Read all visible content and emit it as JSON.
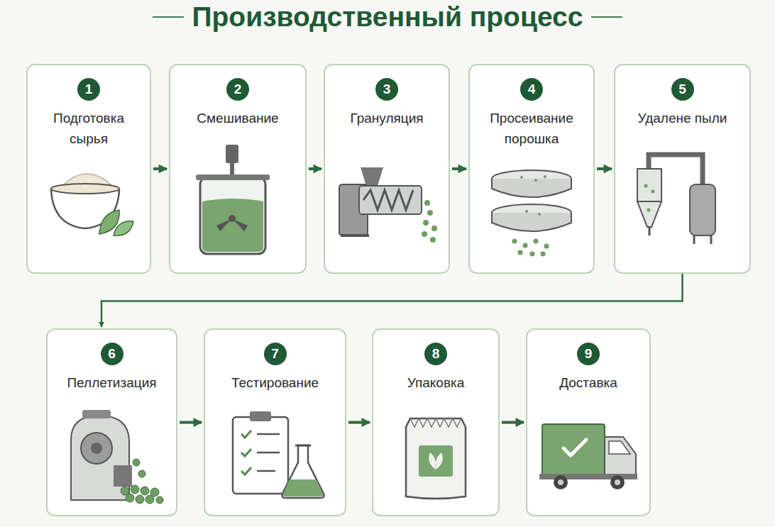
{
  "diagram": {
    "title": "Производственный процесс",
    "nodes": [
      {
        "text": [
          "1",
          "Подготовка сырья"
        ]
      },
      {
        "text": [
          "2",
          "Смешивание"
        ]
      },
      {
        "text": [
          "3",
          "Грануляция"
        ]
      },
      {
        "text": [
          "4",
          "Просеивание порошка"
        ]
      },
      {
        "text": [
          "5",
          "Удалене пыли"
        ]
      },
      {
        "text": [
          "6",
          "Пеллетизация"
        ]
      },
      {
        "text": [
          "7",
          "Тестирование"
        ]
      },
      {
        "text": [
          "8",
          "Упаковка"
        ]
      },
      {
        "text": [
          "9",
          "Доставка"
        ]
      }
    ],
    "edges": [
      {
        "from": 0,
        "to": 1,
        "arrow": "to"
      },
      {
        "from": 1,
        "to": 2,
        "arrow": "to"
      },
      {
        "from": 2,
        "to": 3,
        "arrow": "to"
      },
      {
        "from": 3,
        "to": 4,
        "arrow": "to"
      },
      {
        "from": 4,
        "to": 5,
        "arrow": "to"
      },
      {
        "from": 5,
        "to": 6,
        "arrow": "to"
      },
      {
        "from": 6,
        "to": 7,
        "arrow": "to"
      },
      {
        "from": 7,
        "to": 8,
        "arrow": "to"
      }
    ]
  }
}
